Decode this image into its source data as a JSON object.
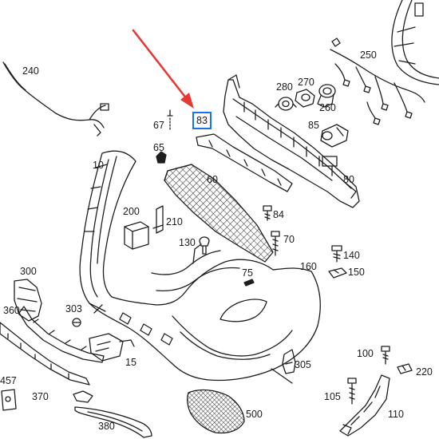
{
  "callouts": {
    "c240": "240",
    "c250": "250",
    "c280": "280",
    "c270": "270",
    "c260": "260",
    "c67": "67",
    "c83": "83",
    "c85": "85",
    "c65": "65",
    "c10": "10",
    "c60": "60",
    "c80": "80",
    "c200": "200",
    "c210": "210",
    "c84": "84",
    "c130": "130",
    "c70": "70",
    "c140": "140",
    "c300": "300",
    "c160": "160",
    "c150": "150",
    "c75": "75",
    "c360": "360",
    "c303": "303",
    "c15": "15",
    "c100": "100",
    "c305": "305",
    "c220": "220",
    "c457": "457",
    "c370": "370",
    "c105": "105",
    "c500": "500",
    "c110": "110",
    "c380": "380"
  },
  "highlight": {
    "part": "83",
    "box_color": "#1a73e8",
    "arrow_color": "#e53935"
  }
}
